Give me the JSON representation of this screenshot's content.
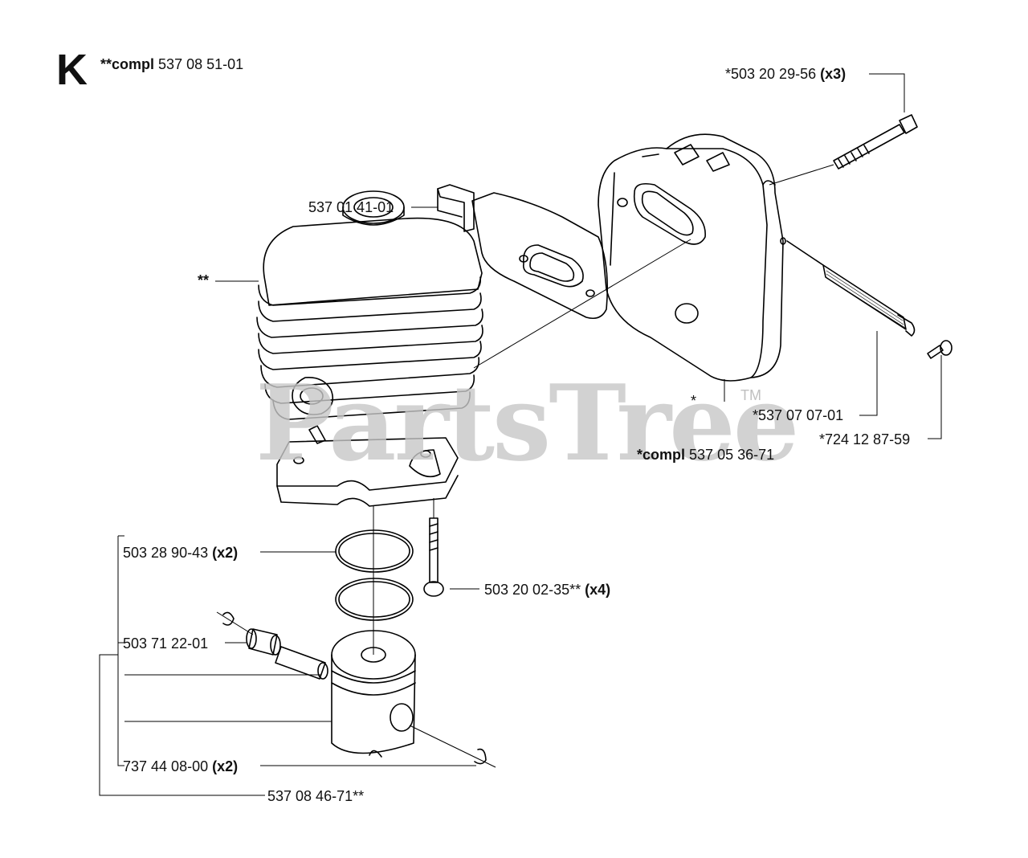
{
  "section_letter": "K",
  "watermark": {
    "text": "PartsTree",
    "tm": "TM"
  },
  "labels": {
    "top_assembly": {
      "prefix": "**compl",
      "number": "537 08 51-01"
    },
    "screw_top": {
      "number": "*503 20 29-56",
      "qty": "(x3)"
    },
    "bracket": {
      "number": "537 01 41-01"
    },
    "cylinder_marker": {
      "number": "**"
    },
    "muffler_marker": {
      "number": "*"
    },
    "screen": {
      "number": "*537 07 07-01"
    },
    "small_screw": {
      "number": "*724 12 87-59"
    },
    "muffler_assembly": {
      "prefix": "*compl",
      "number": "537 05 36-71"
    },
    "rings": {
      "number": "503 28 90-43",
      "qty": "(x2)"
    },
    "cyl_screws": {
      "number": "503 20 02-35**",
      "qty": "(x4)"
    },
    "bearing": {
      "number": "503 71 22-01"
    },
    "circlips": {
      "number": "737 44 08-00",
      "qty": "(x2)"
    },
    "piston_kit": {
      "number": "537 08 46-71**"
    }
  }
}
